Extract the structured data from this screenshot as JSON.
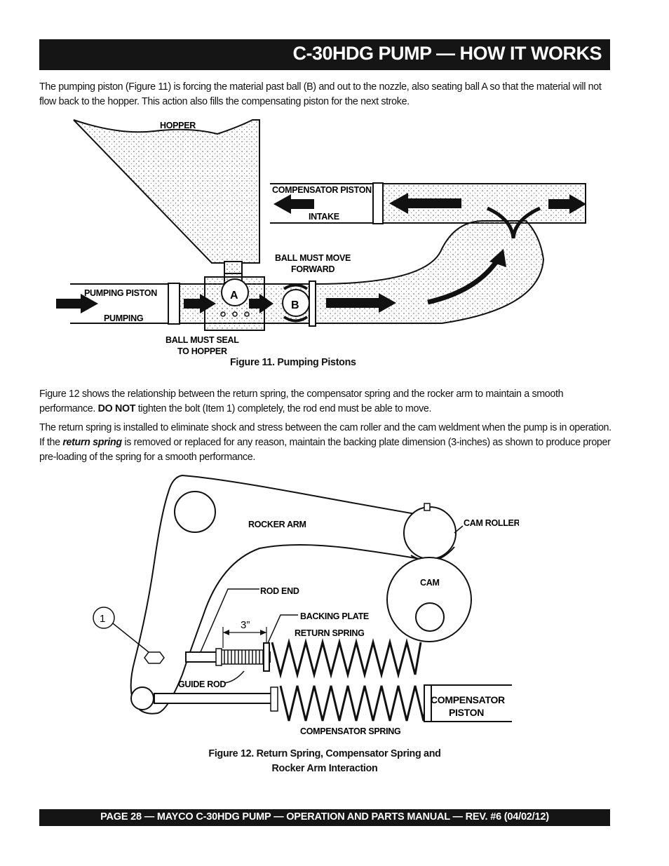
{
  "header": {
    "title": "C-30HDG PUMP — HOW IT WORKS"
  },
  "intro": {
    "text": "The pumping piston (Figure 11) is forcing the material past ball (B) and out to the nozzle, also seating ball A so that the material will not flow back to the hopper. This action also fills the compensating piston for the next stroke."
  },
  "figure11": {
    "labels": {
      "hopper": "HOPPER",
      "compensator_piston": "COMPENSATOR PISTON",
      "intake": "INTAKE",
      "ball_forward_1": "BALL MUST MOVE",
      "ball_forward_2": "FORWARD",
      "pumping_piston": "PUMPING PISTON",
      "pumping": "PUMPING",
      "ball_a": "A",
      "ball_b": "B",
      "ball_seal_1": "BALL MUST SEAL",
      "ball_seal_2": "TO HOPPER"
    },
    "caption": "Figure 11. Pumping Pistons"
  },
  "para2": {
    "before": "Figure 12 shows the relationship between the return spring,  the compensator spring and the rocker arm to maintain a smooth performance. ",
    "bold": "DO NOT",
    "after": " tighten the bolt (Item 1) completely, the rod end must be able to move."
  },
  "para3": {
    "before": "The return spring is installed to eliminate shock and stress between the cam roller and the cam weldment when the pump is in operation. If the ",
    "emph": "return spring",
    "after": " is removed or replaced for any reason, maintain the backing plate dimension (3-inches) as shown to produce proper pre-loading  of the spring for a smooth performance."
  },
  "figure12": {
    "labels": {
      "rocker_arm": "ROCKER ARM",
      "cam_roller": "CAM ROLLER",
      "cam": "CAM",
      "rod_end": "ROD END",
      "item1": "1",
      "dimension": "3”",
      "backing_plate": "BACKING PLATE",
      "return_spring": "RETURN SPRING",
      "guide_rod": "GUIDE ROD",
      "compensator_1": "COMPENSATOR",
      "compensator_2": "PISTON",
      "compensator_spring": "COMPENSATOR SPRING"
    },
    "caption_line1": "Figure 12. Return Spring, Compensator Spring and",
    "caption_line2": "Rocker Arm Interaction"
  },
  "footer": {
    "text": "PAGE 28 — MAYCO C-30HDG PUMP — OPERATION AND PARTS MANUAL — REV. #6 (04/02/12)"
  }
}
